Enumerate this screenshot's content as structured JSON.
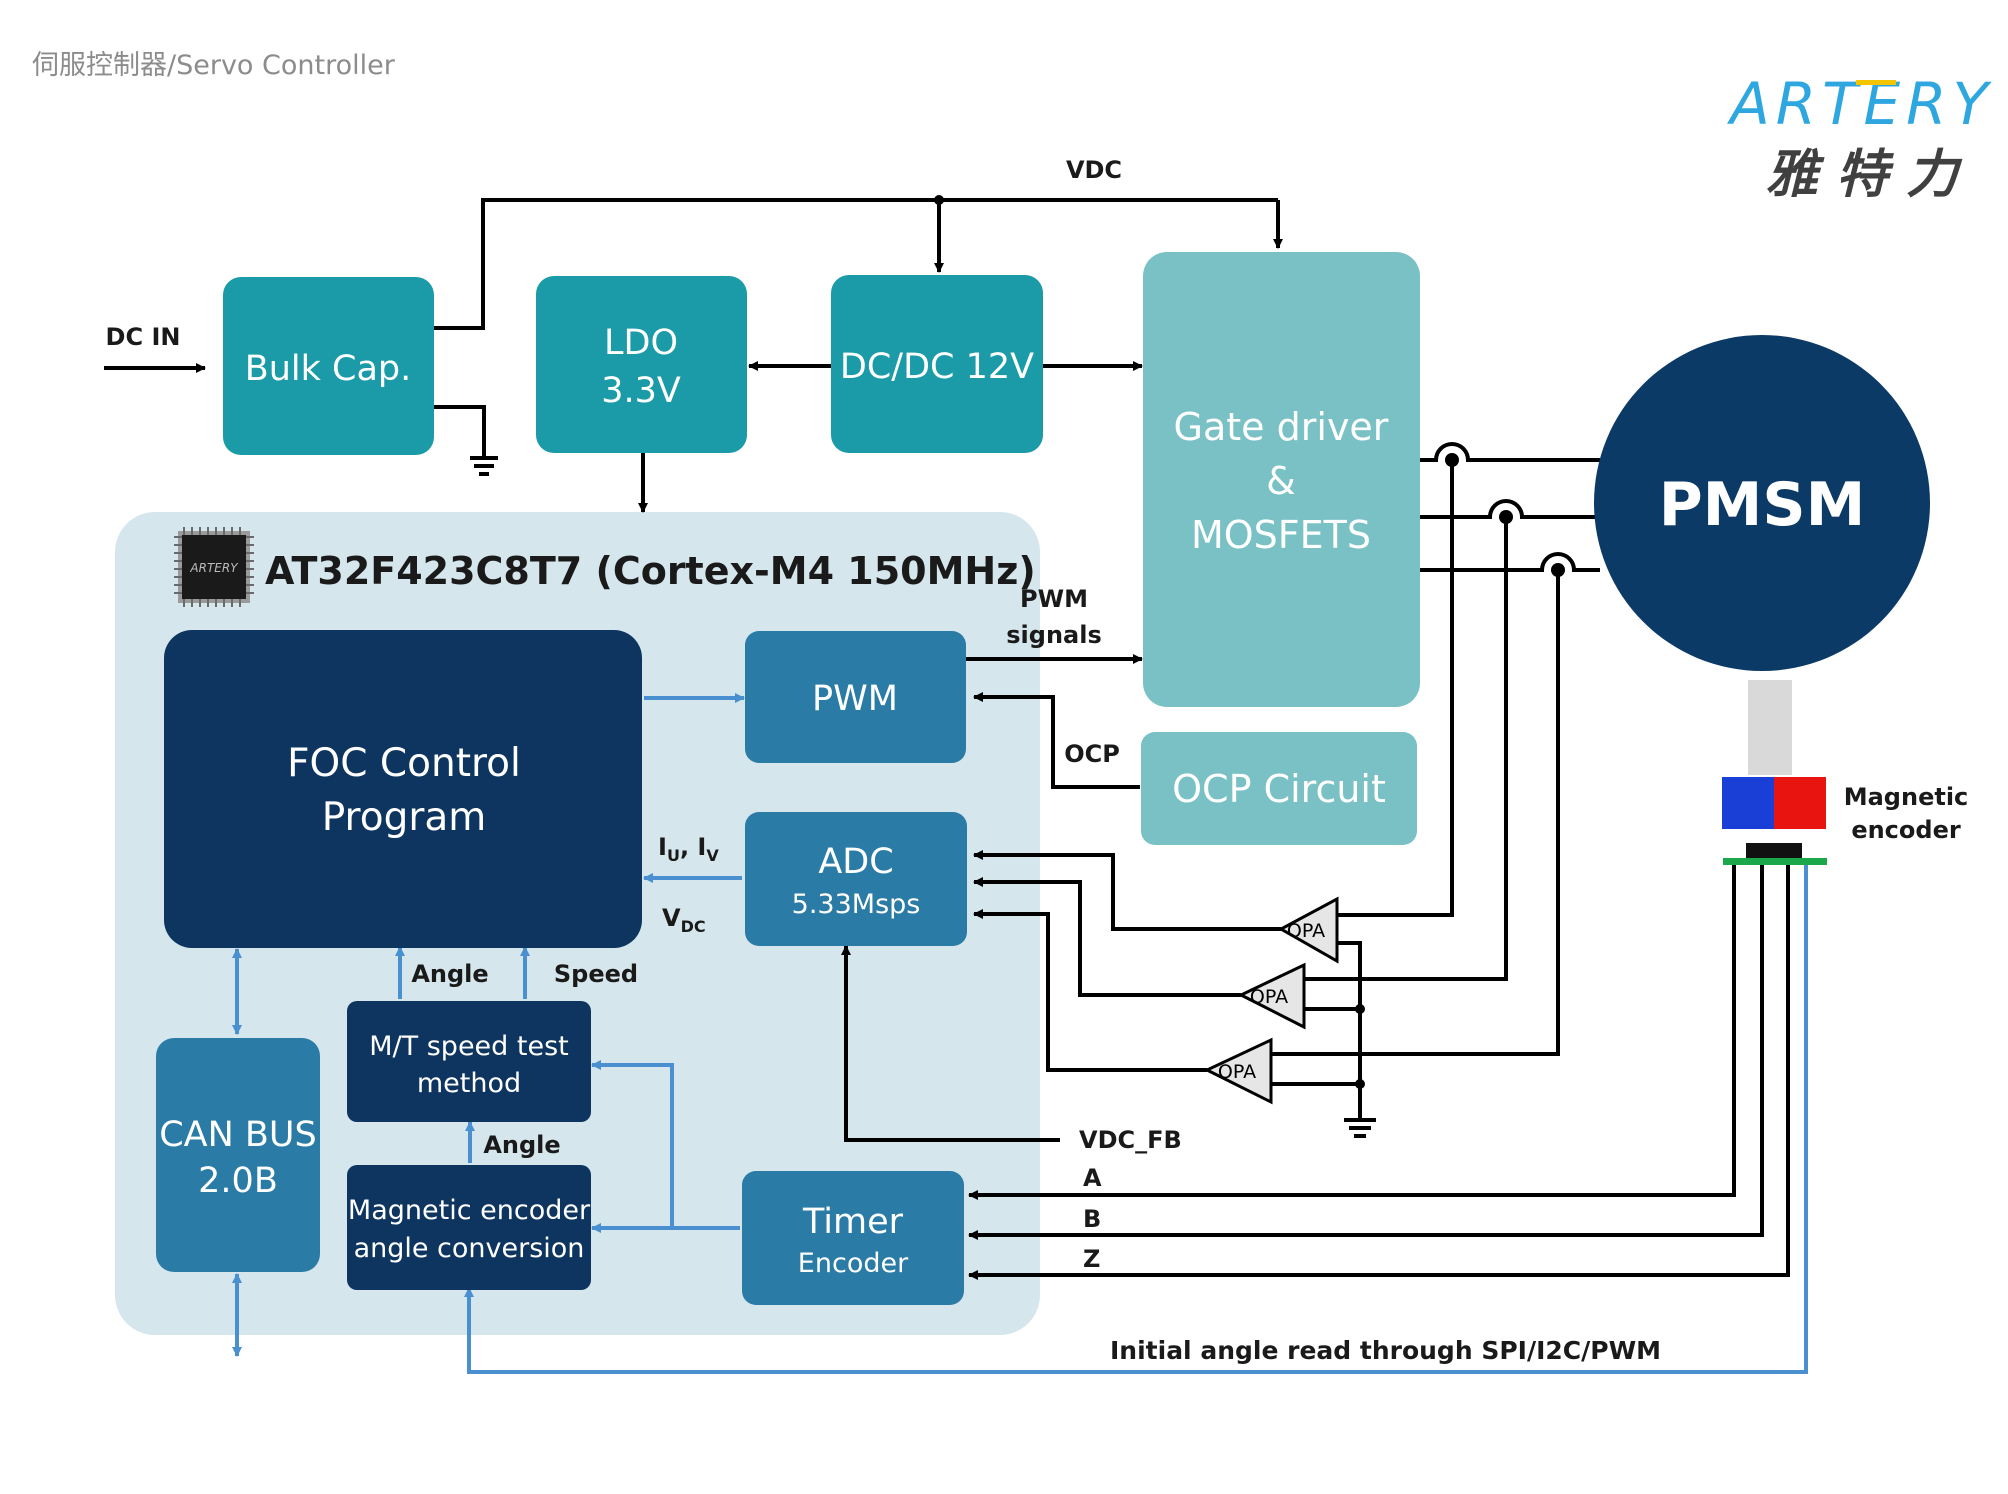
{
  "page_title": "伺服控制器/Servo Controller",
  "logo": {
    "wordmark": "ARTERY",
    "chinese": "雅 特 力",
    "color_blue": "#2EA7E0",
    "color_yellow": "#F5C400"
  },
  "mcu_title": "AT32F423C8T7 (Cortex-M4 150MHz)",
  "chip_marking": "ARTERY",
  "blocks": {
    "bulk_cap": "Bulk Cap.",
    "ldo_line1": "LDO",
    "ldo_line2": "3.3V",
    "dcdc": "DC/DC 12V",
    "gate_line1": "Gate driver",
    "gate_line2": "&",
    "gate_line3": "MOSFETS",
    "motor": "PMSM",
    "ocp_circuit": "OCP Circuit",
    "foc_line1": "FOC Control",
    "foc_line2": "Program",
    "pwm": "PWM",
    "adc_line1": "ADC",
    "adc_line2": "5.33Msps",
    "can_line1": "CAN BUS",
    "can_line2": "2.0B",
    "mt_line1": "M/T speed test",
    "mt_line2": "method",
    "mag_line1": "Magnetic encoder",
    "mag_line2": "angle conversion",
    "timer_line1": "Timer",
    "timer_line2": "Encoder",
    "opa": "OPA"
  },
  "labels": {
    "vdc": "VDC",
    "dc_in": "DC IN",
    "pwm_signals_1": "PWM",
    "pwm_signals_2": "signals",
    "ocp": "OCP",
    "iu": "I",
    "iu_sub": "U",
    "iv_sep": ", I",
    "iv_sub": "V",
    "vdc_v": "V",
    "vdc_sub": "DC",
    "angle_top": "Angle",
    "speed": "Speed",
    "angle_mid": "Angle",
    "vdc_fb": "VDC_FB",
    "ch_a": "A",
    "ch_b": "B",
    "ch_z": "Z",
    "initial_angle": "Initial angle read through  SPI/I2C/PWM",
    "magnetic_encoder_1": "Magnetic",
    "magnetic_encoder_2": "encoder"
  },
  "colors": {
    "teal": "#1B9AA8",
    "light_teal": "#79C1C4",
    "mid_blue": "#2A7BA6",
    "dark_navy": "#0D3560",
    "motor_navy": "#0C3A66",
    "mcu_bg": "#D5E6EC",
    "arrow_blue": "#4A8FD0",
    "magnet_blue": "#1A3FD6",
    "magnet_red": "#E8140F",
    "pcb_green": "#1BA84A"
  }
}
